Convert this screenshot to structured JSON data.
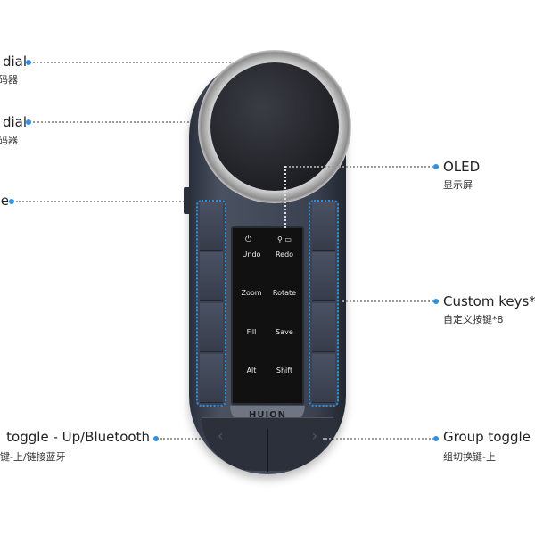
{
  "labels": {
    "left": [
      {
        "en": "dial",
        "zh": "码器"
      },
      {
        "en": "dial",
        "zh": "码器"
      },
      {
        "en": "e",
        "zh": ""
      },
      {
        "en": "toggle - Up/Bluetooth",
        "zh": "键-上/链接蓝牙"
      }
    ],
    "right": [
      {
        "en": "OLED",
        "zh": "显示屏"
      },
      {
        "en": "Custom keys*",
        "zh": "自定义按键*8"
      },
      {
        "en": "Group toggle -",
        "zh": "组切换键-上"
      }
    ]
  },
  "screen": {
    "keys": [
      "Undo",
      "Redo",
      "Zoom",
      "Rotate",
      "Fill",
      "Save",
      "Alt",
      "Shift"
    ],
    "power_icon": "power-icon",
    "status_icons": [
      "usb-icon",
      "battery-icon"
    ]
  },
  "device": {
    "brand": "HUION"
  },
  "colors": {
    "accent": "#2f8fe0"
  }
}
